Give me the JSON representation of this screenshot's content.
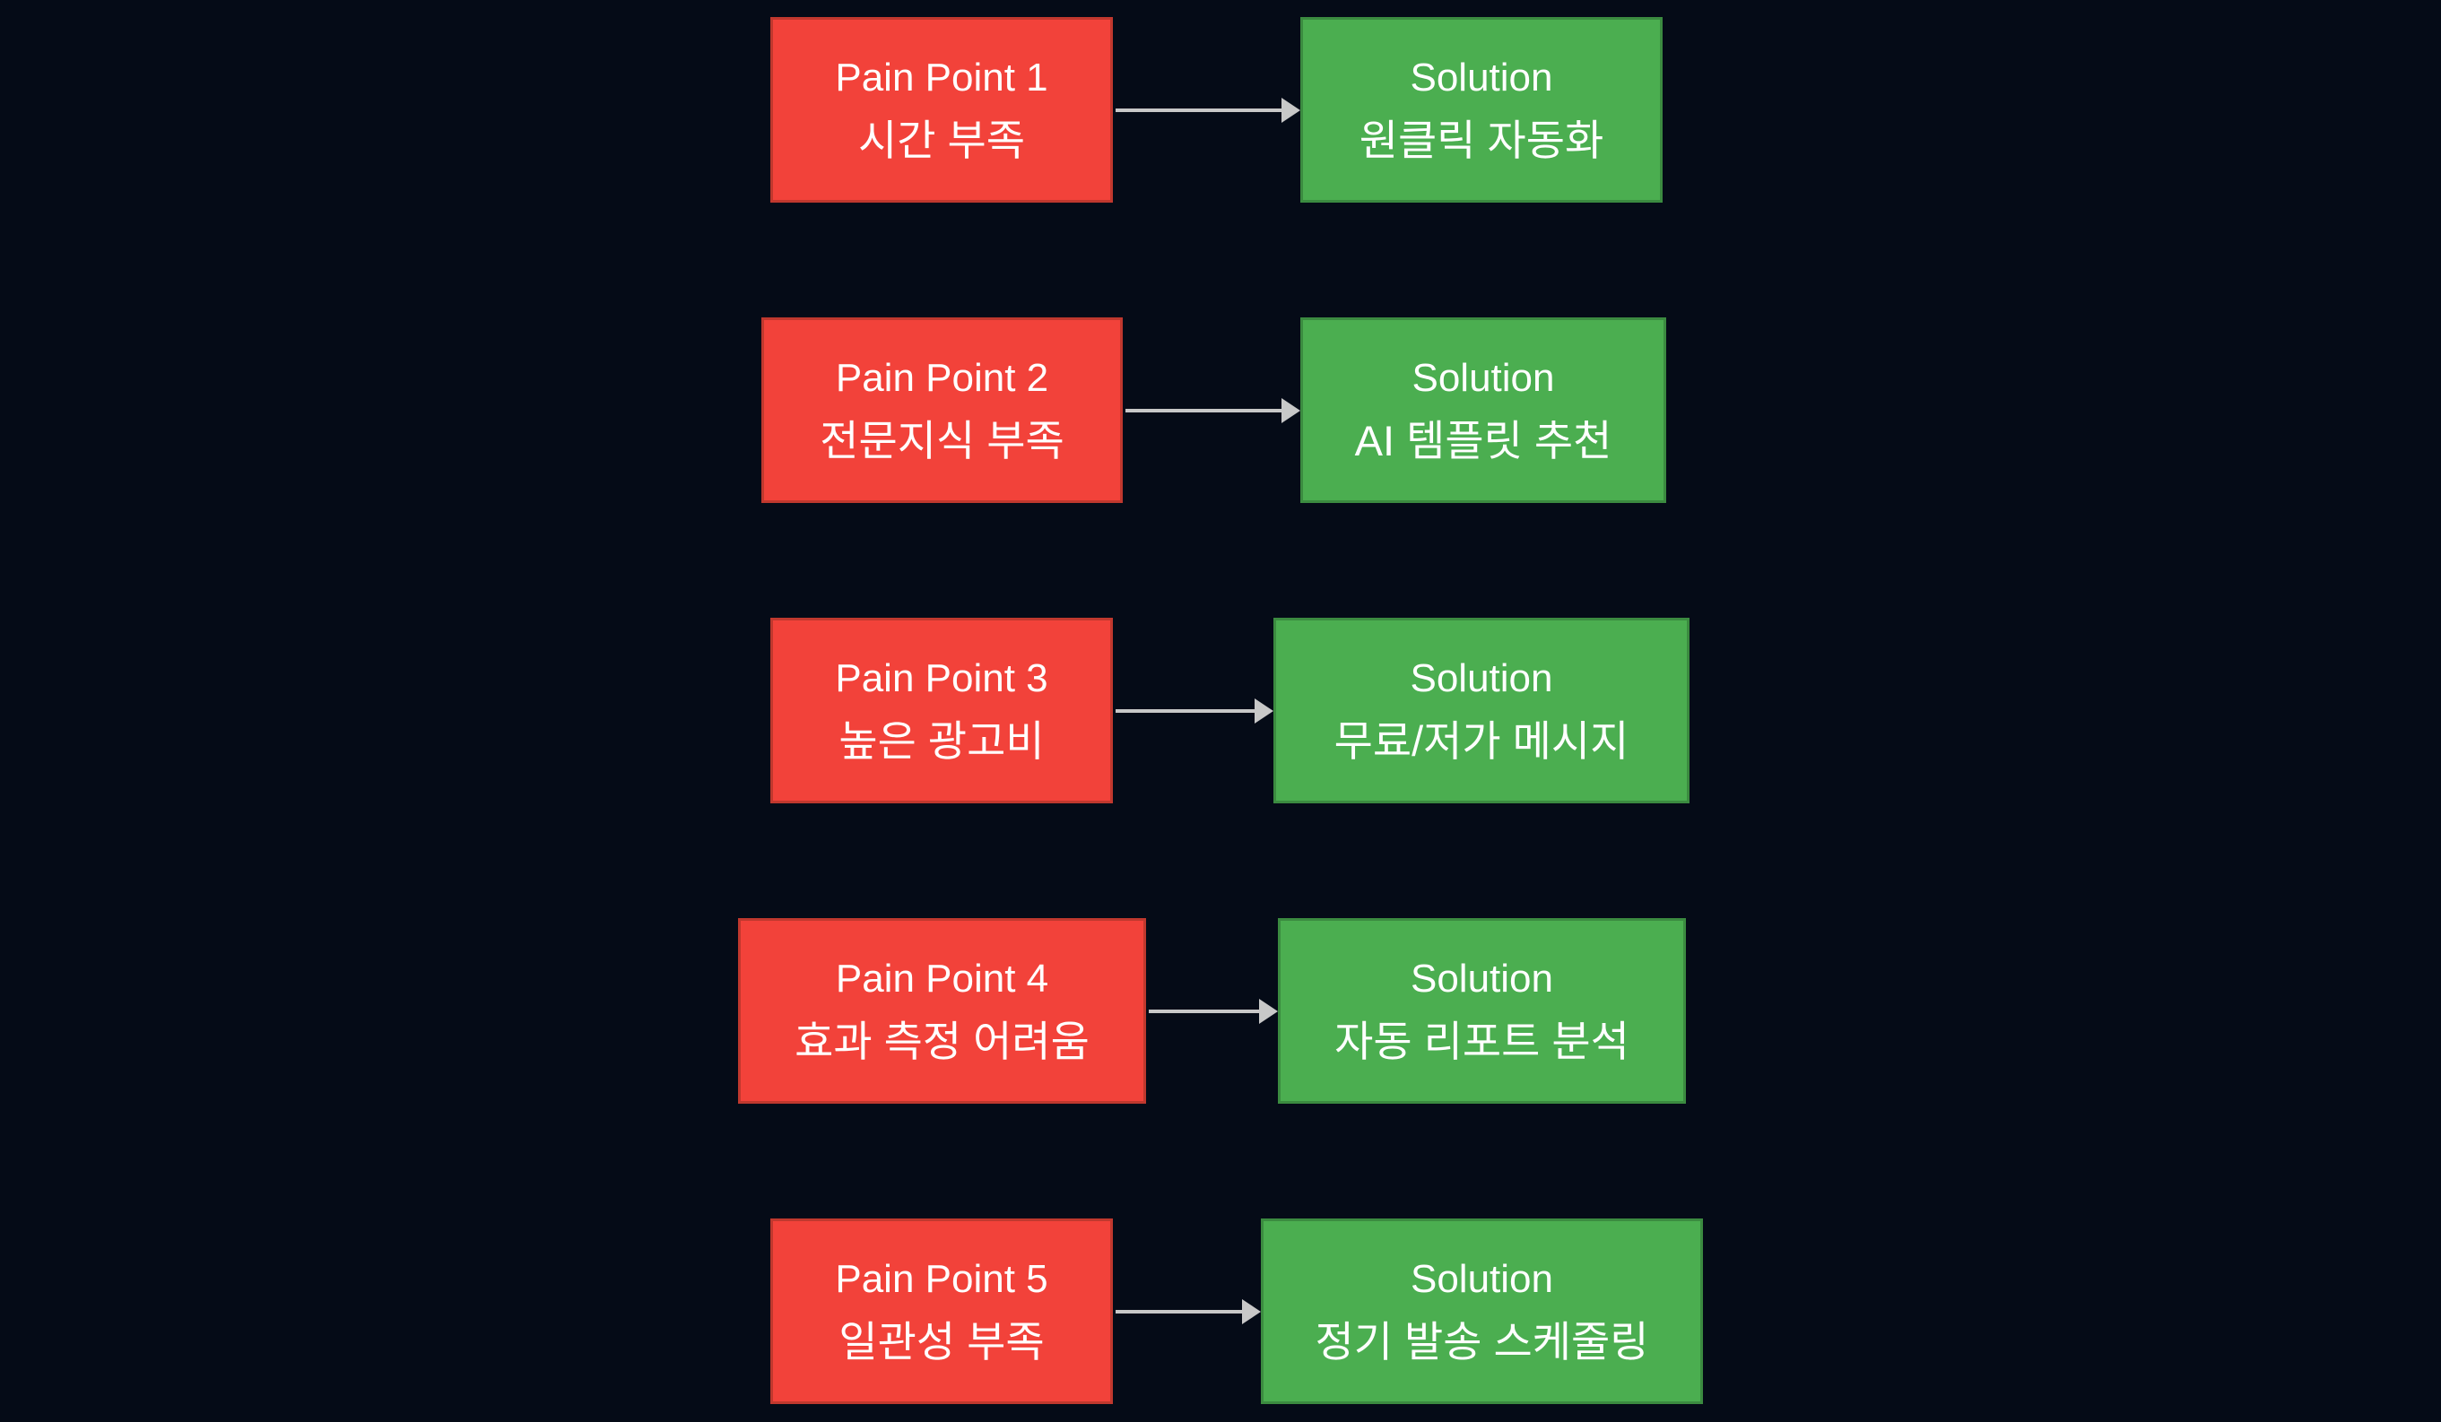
{
  "diagram": {
    "rows": [
      {
        "pain_title": "Pain Point 1",
        "pain_detail": "시간 부족",
        "solution_title": "Solution",
        "solution_detail": "원클릭 자동화"
      },
      {
        "pain_title": "Pain Point 2",
        "pain_detail": "전문지식 부족",
        "solution_title": "Solution",
        "solution_detail": "AI 템플릿 추천"
      },
      {
        "pain_title": "Pain Point 3",
        "pain_detail": "높은 광고비",
        "solution_title": "Solution",
        "solution_detail": "무료/저가 메시지"
      },
      {
        "pain_title": "Pain Point 4",
        "pain_detail": "효과 측정 어려움",
        "solution_title": "Solution",
        "solution_detail": "자동 리포트 분석"
      },
      {
        "pain_title": "Pain Point 5",
        "pain_detail": "일관성 부족",
        "solution_title": "Solution",
        "solution_detail": "정기 발송 스케줄링"
      }
    ],
    "colors": {
      "background": "#050b17",
      "pain_fill": "#f2423a",
      "pain_border": "#c0382e",
      "solution_fill": "#4bae50",
      "solution_border": "#3b8b40",
      "arrow": "#c8c8c8",
      "text": "#ffffff"
    }
  }
}
